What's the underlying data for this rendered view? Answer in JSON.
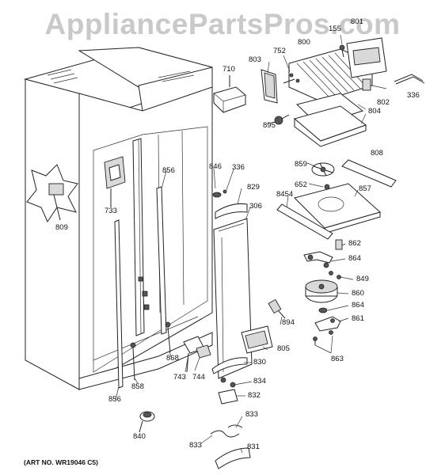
{
  "watermark": "AppliancePartsPros.com",
  "art_number": "(ART NO. WR19046 C5)",
  "callouts": [
    {
      "id": "c801",
      "label": "801"
    },
    {
      "id": "c155",
      "label": "155"
    },
    {
      "id": "c800",
      "label": "800"
    },
    {
      "id": "c752",
      "label": "752"
    },
    {
      "id": "c803",
      "label": "803"
    },
    {
      "id": "c710",
      "label": "710"
    },
    {
      "id": "c336a",
      "label": "336"
    },
    {
      "id": "c802",
      "label": "802"
    },
    {
      "id": "c804",
      "label": "804"
    },
    {
      "id": "c895",
      "label": "895"
    },
    {
      "id": "c808",
      "label": "808"
    },
    {
      "id": "c859",
      "label": "859"
    },
    {
      "id": "c652",
      "label": "652"
    },
    {
      "id": "c857",
      "label": "857"
    },
    {
      "id": "c8454",
      "label": "8454"
    },
    {
      "id": "c846",
      "label": "846"
    },
    {
      "id": "c336b",
      "label": "336"
    },
    {
      "id": "c829",
      "label": "829"
    },
    {
      "id": "c856a",
      "label": "856"
    },
    {
      "id": "c306",
      "label": "306"
    },
    {
      "id": "c733",
      "label": "733"
    },
    {
      "id": "c809",
      "label": "809"
    },
    {
      "id": "c862",
      "label": "862"
    },
    {
      "id": "c864a",
      "label": "864"
    },
    {
      "id": "c849",
      "label": "849"
    },
    {
      "id": "c860",
      "label": "860"
    },
    {
      "id": "c864b",
      "label": "864"
    },
    {
      "id": "c861",
      "label": "861"
    },
    {
      "id": "c894",
      "label": "894"
    },
    {
      "id": "c805",
      "label": "805"
    },
    {
      "id": "c863",
      "label": "863"
    },
    {
      "id": "c868",
      "label": "868"
    },
    {
      "id": "c830",
      "label": "830"
    },
    {
      "id": "c834",
      "label": "834"
    },
    {
      "id": "c743",
      "label": "743"
    },
    {
      "id": "c744",
      "label": "744"
    },
    {
      "id": "c858",
      "label": "858"
    },
    {
      "id": "c832",
      "label": "832"
    },
    {
      "id": "c856b",
      "label": "856"
    },
    {
      "id": "c833a",
      "label": "833"
    },
    {
      "id": "c840",
      "label": "840"
    },
    {
      "id": "c833b",
      "label": "833"
    },
    {
      "id": "c831",
      "label": "831"
    }
  ]
}
